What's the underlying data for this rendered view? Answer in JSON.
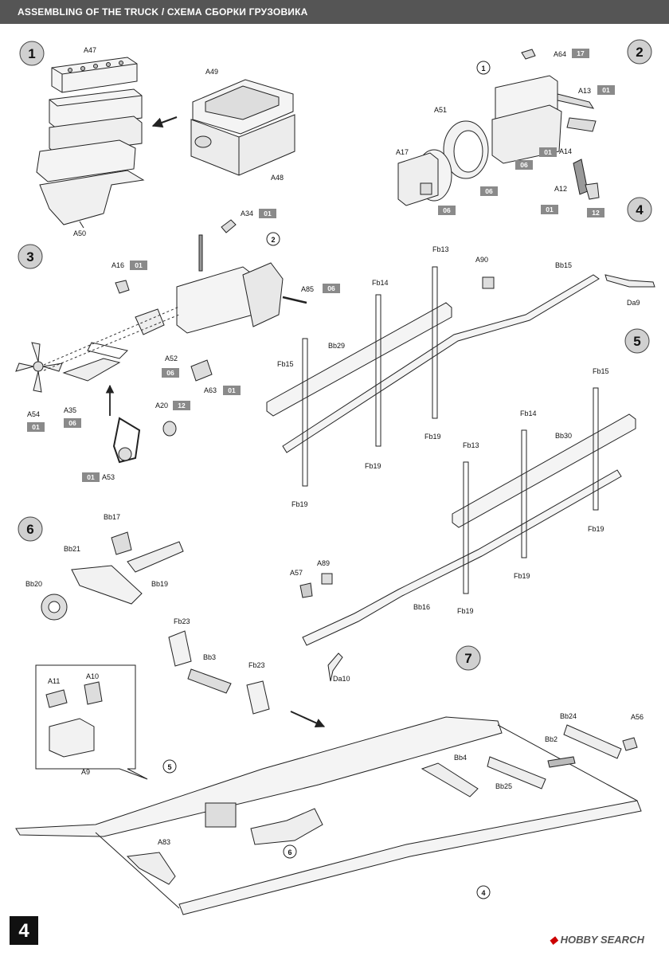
{
  "header": {
    "title_en": "ASSEMBLING OF THE TRUCK",
    "separator": "/",
    "title_ru": "СХЕМА СБОРКИ ГРУЗОВИКА"
  },
  "page_number": "4",
  "watermark": {
    "mark": "◆",
    "text": "HOBBY SEARCH"
  },
  "steps": {
    "s1": "1",
    "s2": "2",
    "s3": "3",
    "s4": "4",
    "s5": "5",
    "s6": "6",
    "s7": "7"
  },
  "sub_refs": {
    "r1": "1",
    "r2": "2",
    "r5": "5",
    "r6": "6",
    "r4": "4"
  },
  "labels": {
    "A47": "A47",
    "A49": "A49",
    "A48": "A48",
    "A50": "A50",
    "A64": "A64",
    "A13": "A13",
    "A51": "A51",
    "A17": "A17",
    "A14": "A14",
    "A12": "A12",
    "A34": "A34",
    "A16": "A16",
    "A85": "A85",
    "A52": "A52",
    "A63": "A63",
    "A54": "A54",
    "A35": "A35",
    "A20": "A20",
    "A53": "A53",
    "Fb13a": "Fb13",
    "Fb14a": "Fb14",
    "A90": "A90",
    "Bb15": "Bb15",
    "Da9": "Da9",
    "Bb29": "Bb29",
    "Fb15a": "Fb15",
    "Fb19a": "Fb19",
    "Fb19b": "Fb19",
    "Fb19c": "Fb19",
    "Fb15b": "Fb15",
    "Fb14b": "Fb14",
    "Bb30": "Bb30",
    "Fb13b": "Fb13",
    "Fb19d": "Fb19",
    "Fb19e": "Fb19",
    "Fb19f": "Fb19",
    "A89": "A89",
    "A57": "A57",
    "Bb16": "Bb16",
    "Da10": "Da10",
    "Bb17": "Bb17",
    "Bb21": "Bb21",
    "Bb20": "Bb20",
    "Bb19": "Bb19",
    "Fb23a": "Fb23",
    "Bb3": "Bb3",
    "Fb23b": "Fb23",
    "A11": "A11",
    "A10": "A10",
    "A9": "A9",
    "Bb24": "Bb24",
    "A56": "A56",
    "Bb2": "Bb2",
    "Bb4": "Bb4",
    "Bb25": "Bb25",
    "A83": "A83"
  },
  "tags": {
    "t17": "17",
    "t01a": "01",
    "t01b": "01",
    "t06a": "06",
    "t06b": "06",
    "t06c": "06",
    "t01c": "01",
    "t12a": "12",
    "t01d": "01",
    "t01e": "01",
    "t06d": "06",
    "t06e": "06",
    "t01f": "01",
    "t01g": "01",
    "t06f": "06",
    "t12b": "12",
    "t01h": "01"
  },
  "colors": {
    "tag_bg": "#8a8a8a",
    "header_bg": "#555555",
    "line": "#222222",
    "part_fill": "#f4f4f4",
    "part_shade": "#d9d9d9"
  }
}
